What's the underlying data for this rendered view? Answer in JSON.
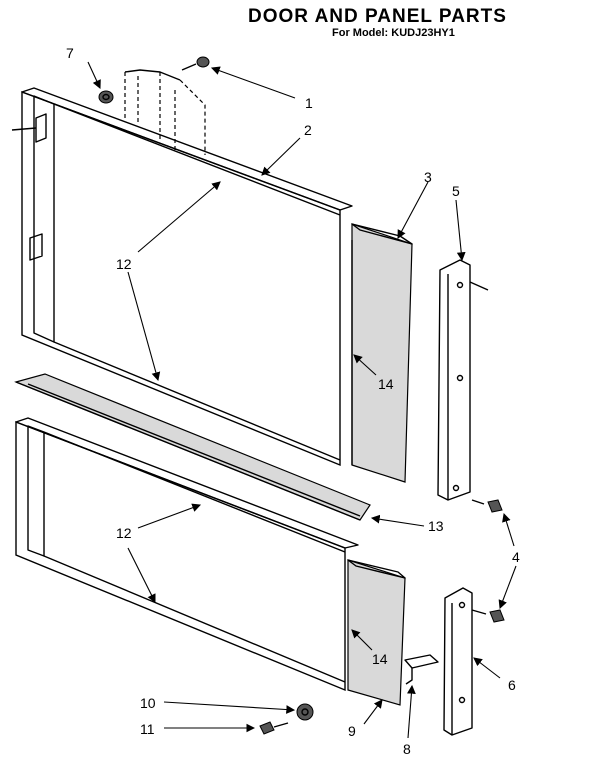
{
  "header": {
    "title": "DOOR AND PANEL PARTS",
    "subtitle": "For Model: KUDJ23HY1"
  },
  "callouts": [
    "1",
    "2",
    "3",
    "4",
    "5",
    "6",
    "7",
    "8",
    "9",
    "10",
    "11",
    "12",
    "12",
    "13",
    "14",
    "14"
  ],
  "colors": {
    "ink": "#000000",
    "paper": "#ffffff",
    "shade": "#d9d9d9"
  }
}
